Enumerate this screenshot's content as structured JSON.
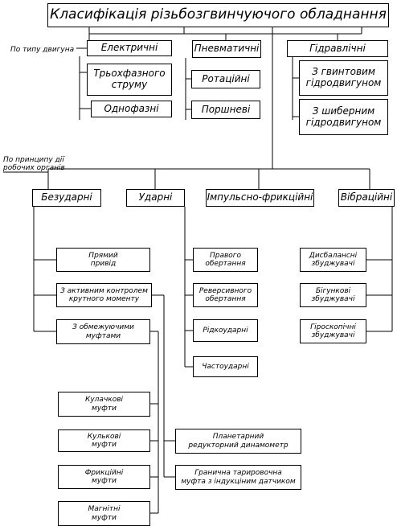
{
  "title": "Класифікація різьбозгвинчуючого обладнання",
  "groups": {
    "by_drive_label": "По типу двигуна",
    "by_principle_label": "По принципу дії\nробочих органів"
  },
  "drive_types": {
    "electric": {
      "label": "Електричні",
      "items": [
        "Трьохфазного\nструму",
        "Однофазні"
      ]
    },
    "pneumatic": {
      "label": "Пневматичні",
      "items": [
        "Ротаційні",
        "Поршневі"
      ]
    },
    "hydraulic": {
      "label": "Гідравлічні",
      "items": [
        "З гвинтовим\nгідродвигуном",
        "З шиберним\nгідродвигуном"
      ]
    }
  },
  "principles": {
    "shockless": {
      "label": "Безударні",
      "items": [
        "Прямий\nпривід",
        "З активним контролем\nкрутного моменту",
        "З обмежуючими\nмуфтами"
      ],
      "clutches": [
        "Кулачкові\nмуфти",
        "Кулькові\nмуфти",
        "Фрикційні\nмуфти",
        "Магнітні\nмуфти"
      ],
      "control": [
        "Планетарний\nредукторний динамометр",
        "Гранична тарировочна\nмуфта з індукціним датчиком"
      ]
    },
    "impact": {
      "label": "Ударні",
      "items": [
        "Правого\nобертання",
        "Реверсивного\nобертання",
        "Рідкоударні",
        "Частоударні"
      ]
    },
    "impulse": {
      "label": "Імпульсно-фрикційні"
    },
    "vibration": {
      "label": "Вібраційні",
      "items": [
        "Дисбалансні\nзбуджувачі",
        "Бігункові\nзбуджувачі",
        "Гіроскопічні\nзбуджувачі"
      ]
    }
  }
}
